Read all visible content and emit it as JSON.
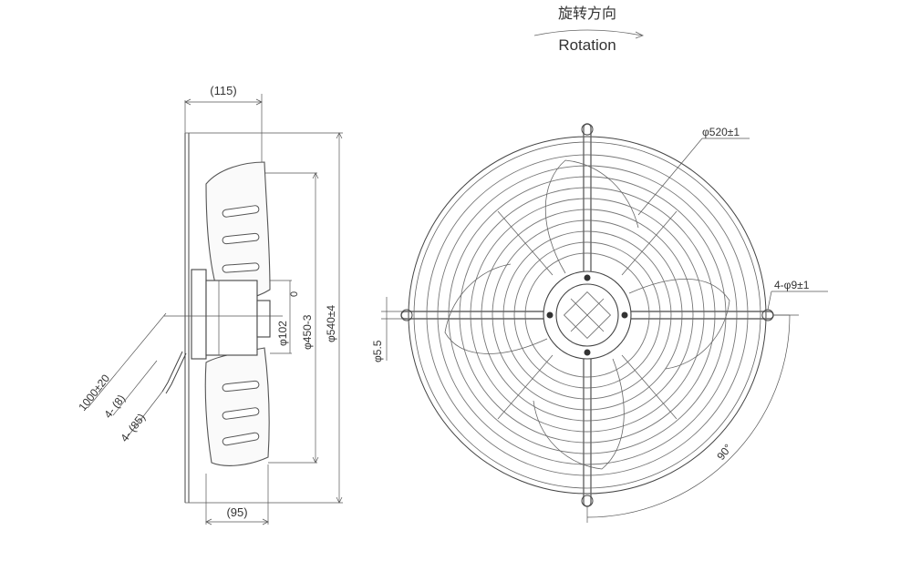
{
  "header": {
    "rotation_cn": "旋转方向",
    "rotation_en": "Rotation"
  },
  "side_view": {
    "dim_top": "(115)",
    "dim_bottom": "(95)",
    "dim_phi102": "φ102",
    "dim_phi450": "φ450-3",
    "dim_phi450_tol": "0",
    "dim_phi540": "φ540±4",
    "dim_cable": "1000±20",
    "dim_4_8": "4- (8)",
    "dim_4_85": "4- (85)"
  },
  "front_view": {
    "dim_phi520": "φ520±1",
    "dim_4phi9": "4-φ9±1",
    "dim_phi55": "φ5.5",
    "angle_label": "90°"
  }
}
